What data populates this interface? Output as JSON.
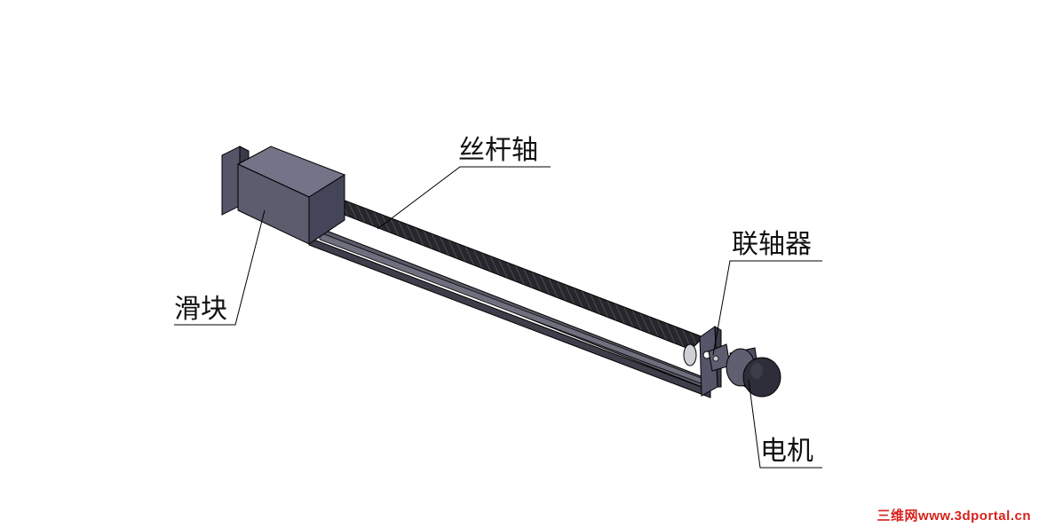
{
  "labels": {
    "screw_shaft": "丝杆轴",
    "slider": "滑块",
    "coupling": "联轴器",
    "motor": "电机"
  },
  "watermark": "三维网www.3dportal.cn",
  "colors": {
    "part_light": "#6b6b7a",
    "part_mid": "#4a4a56",
    "part_dark": "#2c2c34",
    "screw": "#222228",
    "edge": "#000000"
  }
}
